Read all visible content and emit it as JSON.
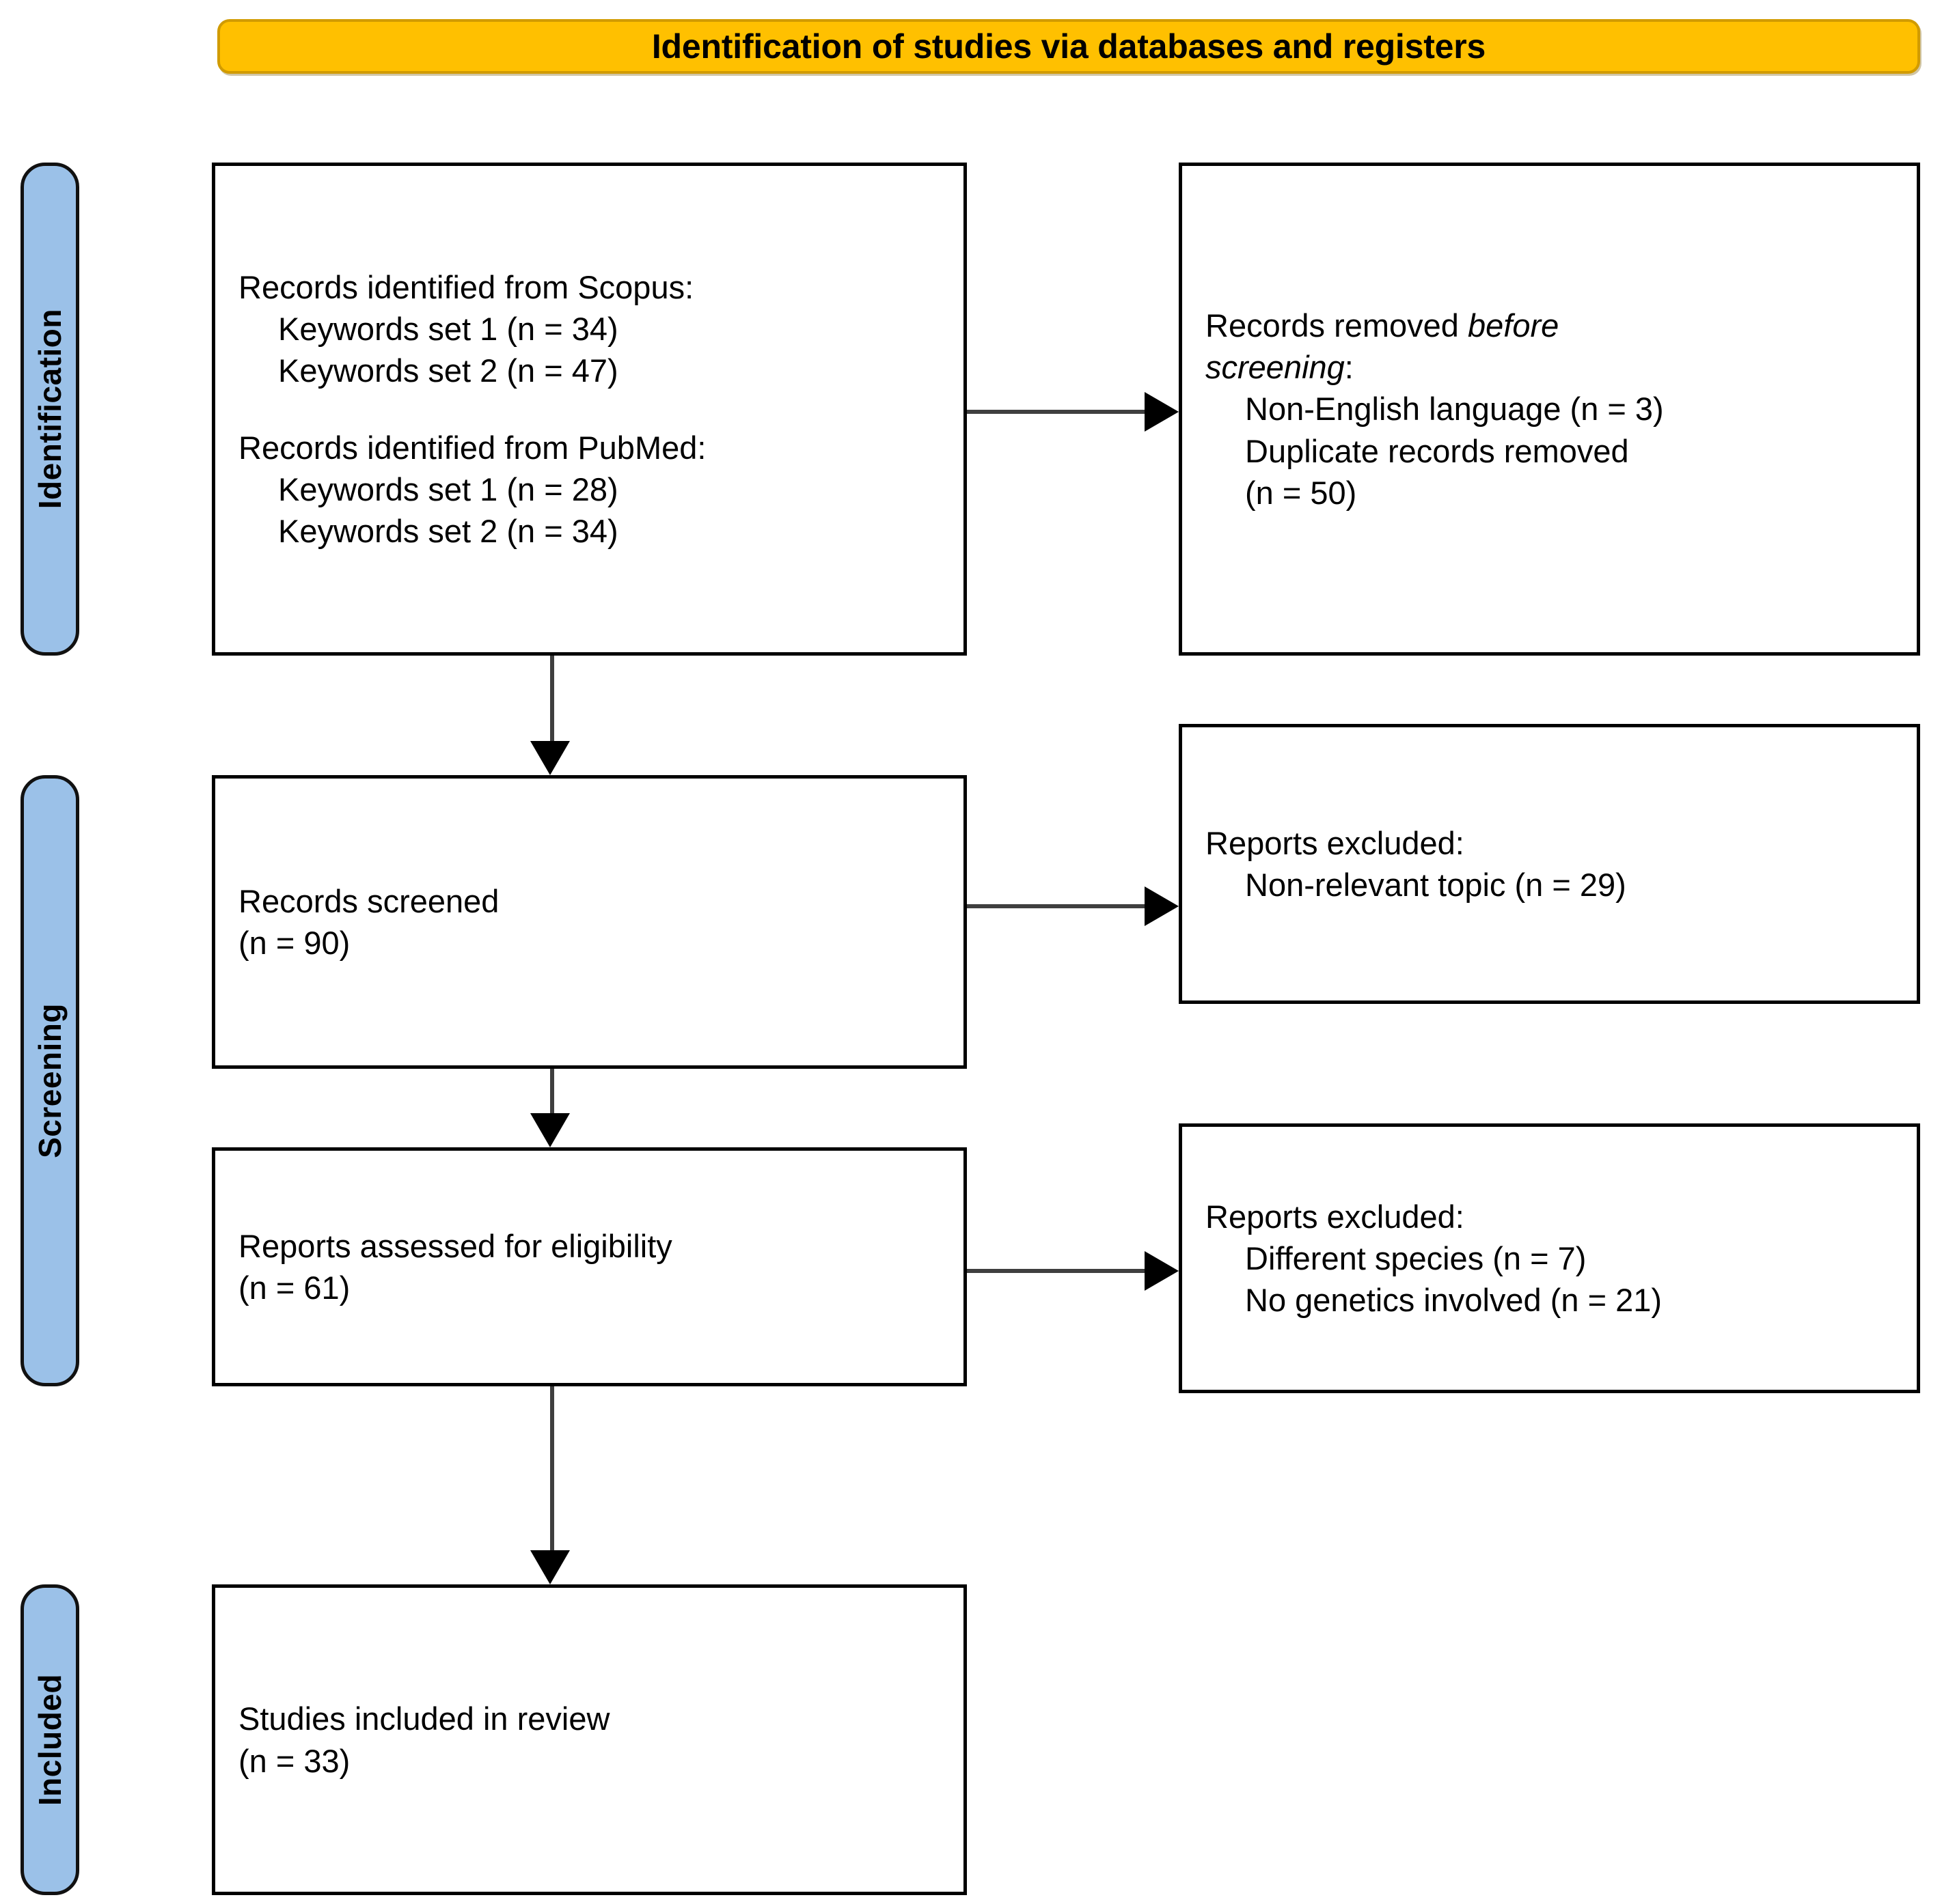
{
  "banner": {
    "title": "Identification of studies via databases and registers",
    "bg_color": "#FFC000",
    "text_color": "#000000"
  },
  "stages": [
    {
      "id": "identification",
      "label": "Identification",
      "color": "#9BC1E8"
    },
    {
      "id": "screening",
      "label": "Screening",
      "color": "#9BC1E8"
    },
    {
      "id": "included",
      "label": "Included",
      "color": "#9BC1E8"
    }
  ],
  "boxes": {
    "identified": {
      "name": "records-identified",
      "lines": [
        "Records identified from Scopus:",
        "Keywords set 1 (n = 34)",
        "Keywords set 2 (n = 47)",
        "Records identified from PubMed:",
        "Keywords set 1 (n = 28)",
        "Keywords set 2 (n = 34)"
      ]
    },
    "removed": {
      "name": "records-removed-before-screening",
      "lead_plain": "Records removed ",
      "lead_italic_1": "before",
      "lead_italic_2": "screening",
      "lead_colon": ":",
      "lines": [
        "Non-English language (n = 3)",
        "Duplicate records removed",
        "(n = 50)"
      ]
    },
    "screened": {
      "name": "records-screened",
      "lines": [
        "Records screened",
        "(n = 90)"
      ]
    },
    "excluded_1": {
      "name": "reports-excluded-screening",
      "lines": [
        "Reports excluded:",
        "Non-relevant topic (n = 29)"
      ]
    },
    "eligibility": {
      "name": "reports-assessed-for-eligibility",
      "lines": [
        "Reports assessed for eligibility",
        "(n = 61)"
      ]
    },
    "excluded_2": {
      "name": "reports-excluded-eligibility",
      "lines": [
        "Reports excluded:",
        "Different species (n = 7)",
        "No genetics involved (n = 21)"
      ]
    },
    "included": {
      "name": "studies-included-in-review",
      "lines": [
        "Studies included in review",
        "(n = 33)"
      ]
    }
  },
  "chart_data": {
    "type": "table",
    "title": "PRISMA 2020 flow diagram — Identification of studies via databases and registers",
    "stages": [
      "Identification",
      "Screening",
      "Included"
    ],
    "nodes": [
      {
        "stage": "Identification",
        "label": "Records identified from Scopus: Keywords set 1",
        "n": 34
      },
      {
        "stage": "Identification",
        "label": "Records identified from Scopus: Keywords set 2",
        "n": 47
      },
      {
        "stage": "Identification",
        "label": "Records identified from PubMed: Keywords set 1",
        "n": 28
      },
      {
        "stage": "Identification",
        "label": "Records identified from PubMed: Keywords set 2",
        "n": 34
      },
      {
        "stage": "Identification",
        "label": "Records removed before screening: Non-English language",
        "n": 3
      },
      {
        "stage": "Identification",
        "label": "Records removed before screening: Duplicate records removed",
        "n": 50
      },
      {
        "stage": "Screening",
        "label": "Records screened",
        "n": 90
      },
      {
        "stage": "Screening",
        "label": "Reports excluded: Non-relevant topic",
        "n": 29
      },
      {
        "stage": "Screening",
        "label": "Reports assessed for eligibility",
        "n": 61
      },
      {
        "stage": "Screening",
        "label": "Reports excluded: Different species",
        "n": 7
      },
      {
        "stage": "Screening",
        "label": "Reports excluded: No genetics involved",
        "n": 21
      },
      {
        "stage": "Included",
        "label": "Studies included in review",
        "n": 33
      }
    ]
  }
}
